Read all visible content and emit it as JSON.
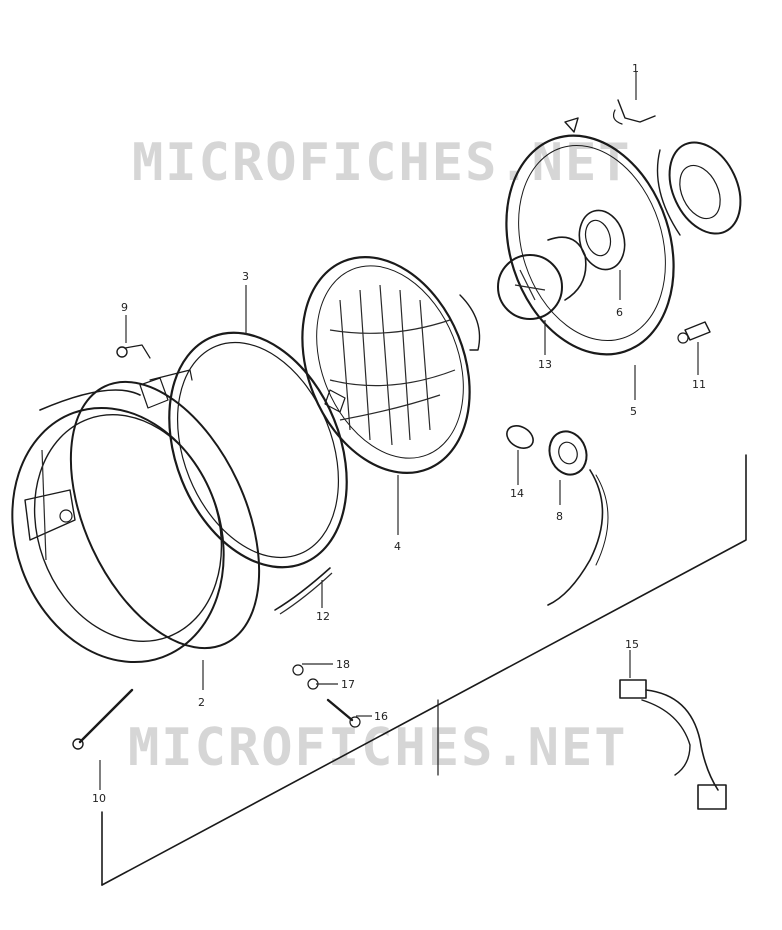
{
  "watermarks": [
    "MICROFICHES.NET",
    "MICROFICHES.NET"
  ],
  "callouts": {
    "p1": "1",
    "p2": "2",
    "p3": "3",
    "p4": "4",
    "p5": "5",
    "p6": "6",
    "p8": "8",
    "p9": "9",
    "p10": "10",
    "p11": "11",
    "p12": "12",
    "p13": "13",
    "p14": "14",
    "p15": "15",
    "p16": "16",
    "p17": "17",
    "p18": "18"
  }
}
